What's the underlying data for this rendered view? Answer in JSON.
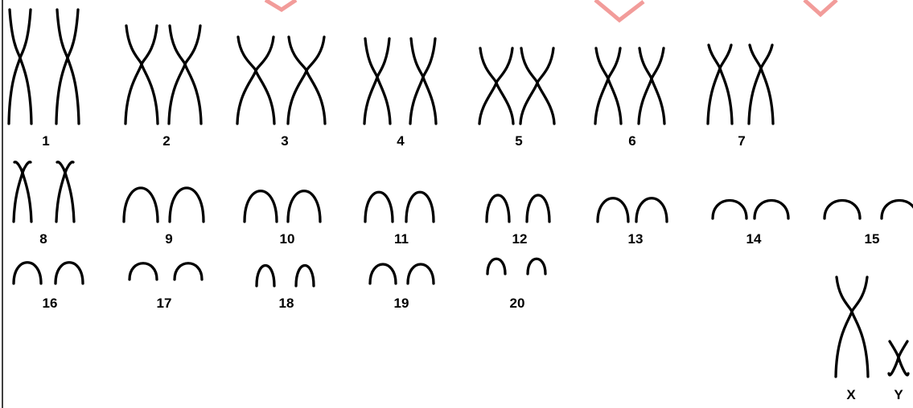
{
  "karyotype": {
    "accent_color": "#000000",
    "watermark_color": "#e53935",
    "chromosomes": [
      {
        "label": "1",
        "shape": "x"
      },
      {
        "label": "2",
        "shape": "x"
      },
      {
        "label": "3",
        "shape": "x"
      },
      {
        "label": "4",
        "shape": "x"
      },
      {
        "label": "5",
        "shape": "x"
      },
      {
        "label": "6",
        "shape": "x"
      },
      {
        "label": "7",
        "shape": "x"
      },
      {
        "label": "8",
        "shape": "x"
      },
      {
        "label": "9",
        "shape": "arch"
      },
      {
        "label": "10",
        "shape": "arch"
      },
      {
        "label": "11",
        "shape": "arch"
      },
      {
        "label": "12",
        "shape": "arch"
      },
      {
        "label": "13",
        "shape": "arch"
      },
      {
        "label": "14",
        "shape": "arch"
      },
      {
        "label": "15",
        "shape": "arch"
      },
      {
        "label": "16",
        "shape": "arch"
      },
      {
        "label": "17",
        "shape": "arch"
      },
      {
        "label": "18",
        "shape": "arch"
      },
      {
        "label": "19",
        "shape": "arch"
      },
      {
        "label": "20",
        "shape": "arch"
      },
      {
        "label": "X",
        "shape": "x"
      },
      {
        "label": "Y",
        "shape": "x"
      }
    ]
  }
}
